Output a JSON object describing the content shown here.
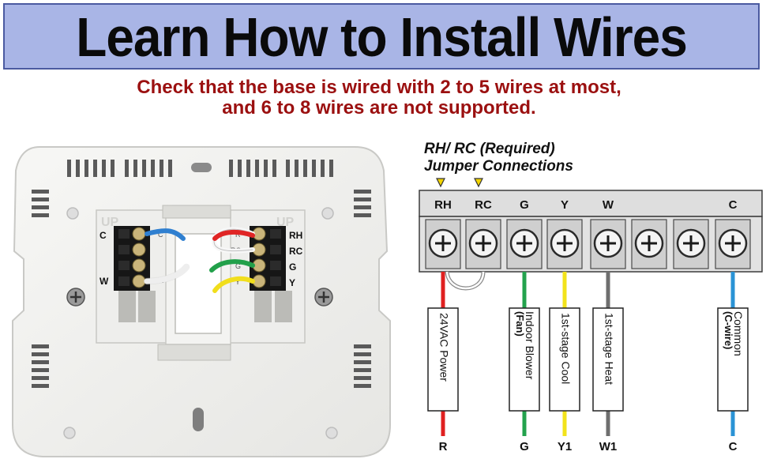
{
  "title": "Learn How to Install Wires",
  "subtitle": {
    "line1": "Check that the base is wired with 2 to 5 wires at most,",
    "line2": "and 6 to 8 wires are not supported."
  },
  "photo": {
    "up_left": "UP",
    "up_right": "UP",
    "left_labels": [
      "C",
      "W"
    ],
    "left_wire_labels": [
      "C",
      "W"
    ],
    "right_labels": [
      "RH",
      "RC",
      "G",
      "Y"
    ],
    "right_wire_labels": [
      "R",
      "RC",
      "G",
      "Y"
    ]
  },
  "diagram": {
    "jumper_line1": "RH/ RC (Required)",
    "jumper_line2": "Jumper Connections",
    "terminals": [
      "RH",
      "RC",
      "G",
      "Y",
      "W",
      "",
      "",
      "C"
    ],
    "wires": [
      {
        "color": "#e02020",
        "label": "24VAC Power",
        "label_bold": "",
        "bottom": "R"
      },
      {
        "color": "#23a24d",
        "label": "Indoor Blower",
        "label_bold": "(Fan)",
        "bottom": "G"
      },
      {
        "color": "#f2e31b",
        "label": "1st-stage Cool",
        "label_bold": "",
        "bottom": "Y1"
      },
      {
        "color": "#6e6e6e",
        "label": "1st-stage Heat",
        "label_bold": "",
        "bottom": "W1"
      },
      {
        "color": "#2a93d5",
        "label": "Common",
        "label_bold": "(C-wire)",
        "bottom": "C"
      }
    ]
  }
}
